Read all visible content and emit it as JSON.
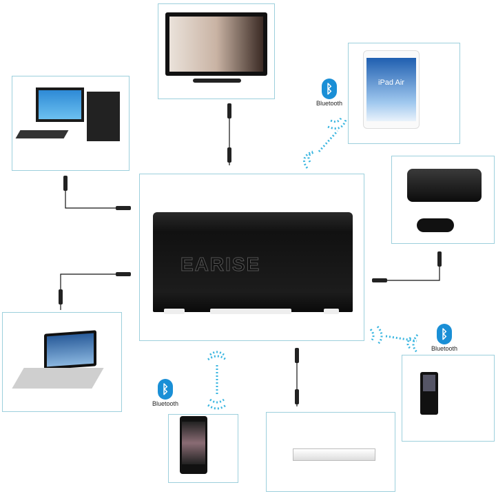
{
  "speaker": {
    "brand": "EARISE"
  },
  "tablet": {
    "screen_title": "iPad Air"
  },
  "bluetooth": [
    {
      "label": "Bluetooth"
    },
    {
      "label": "Bluetooth"
    },
    {
      "label": "Bluetooth"
    }
  ],
  "colors": {
    "frame": "#9ccfdc",
    "wave": "#3bb6e0",
    "bluetooth": "#1a8fd6"
  }
}
